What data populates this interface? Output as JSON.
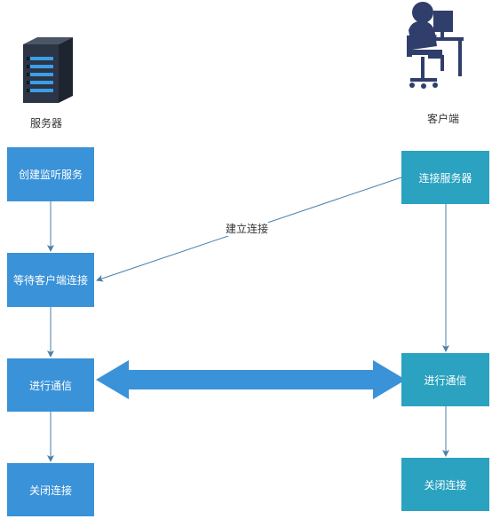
{
  "server": {
    "label": "服务器",
    "steps": [
      "创建监听服务",
      "等待客户端连接",
      "进行通信",
      "关闭连接"
    ],
    "color": "#3a92d8"
  },
  "client": {
    "label": "客户端",
    "steps": [
      "连接服务器",
      "进行通信",
      "关闭连接"
    ],
    "color": "#2aa2c0"
  },
  "edges": {
    "connect_label": "建立连接"
  },
  "icons": {
    "server": "server-rack-icon",
    "client": "user-at-computer-icon"
  },
  "colors": {
    "arrow": "#3a92d8",
    "line": "#4a7fa8",
    "icon_dark": "#2b3545",
    "icon_client": "#2f3e6b"
  }
}
